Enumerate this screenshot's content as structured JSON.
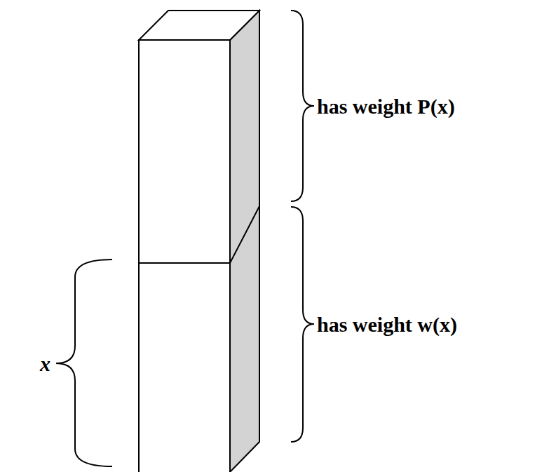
{
  "diagram": {
    "labels": [
      "has weight P(x)",
      "has weight w(x)",
      "x"
    ]
  }
}
